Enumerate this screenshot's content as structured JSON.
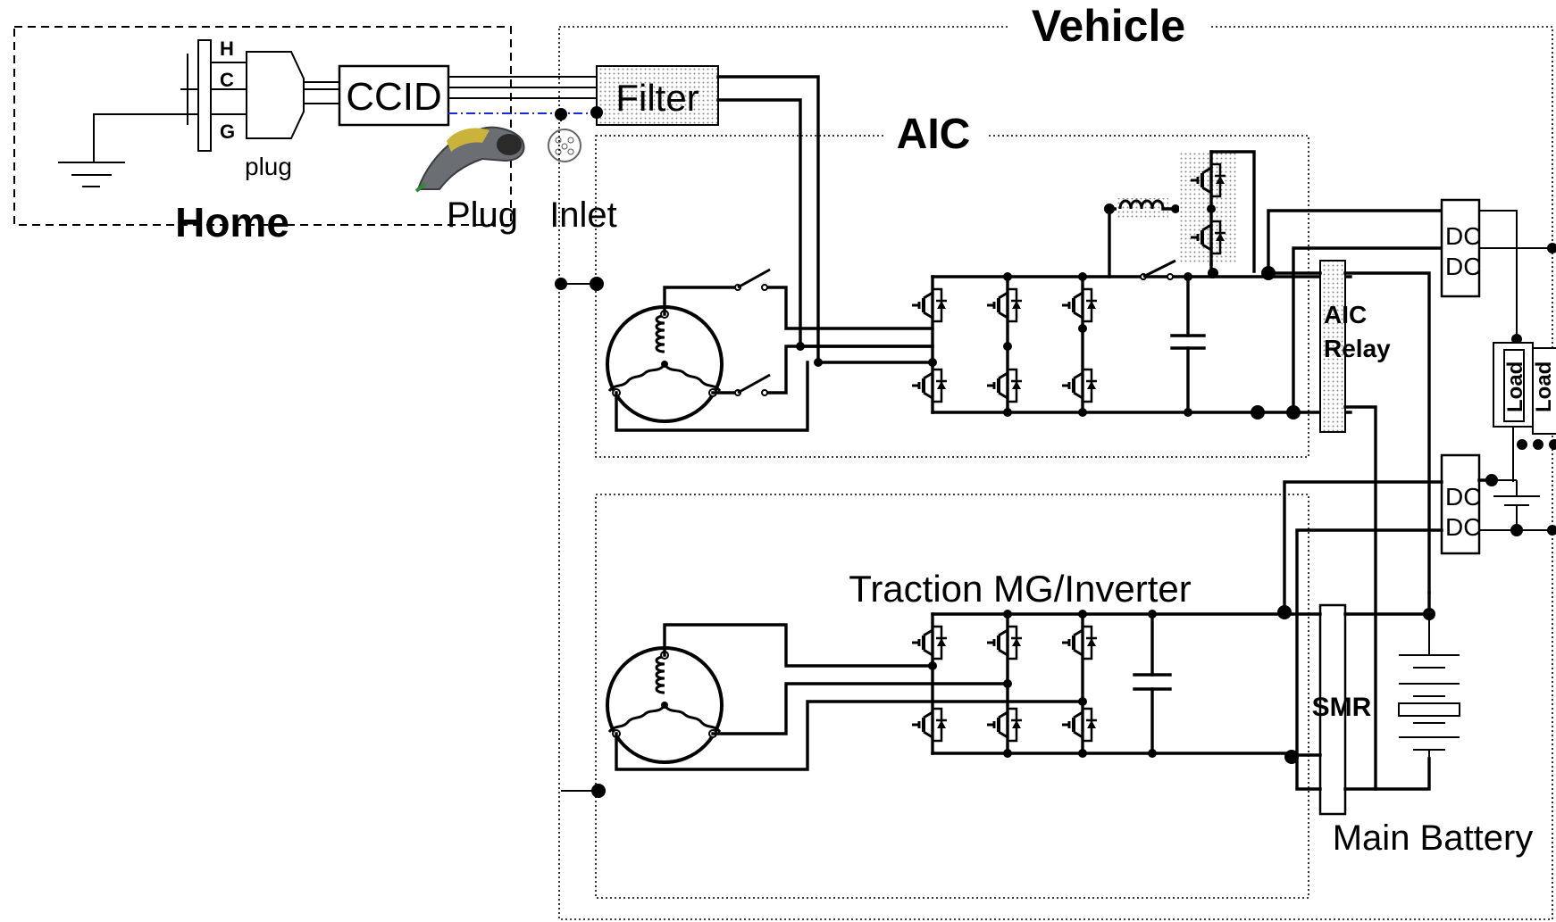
{
  "labels": {
    "home": "Home",
    "vehicle": "Vehicle",
    "aic": "AIC",
    "plug_outlet": "plug",
    "pin_h": "H",
    "pin_c": "C",
    "pin_g": "G",
    "ccid": "CCID",
    "filter": "Filter",
    "plug": "Plug",
    "inlet": "Inlet",
    "aic_relay_line1": "AIC",
    "aic_relay_line2": "Relay",
    "dcdc_top": "DC",
    "dcdc_bottom": "DC",
    "load": "Load",
    "traction": "Traction MG/Inverter",
    "smr": "SMR",
    "main_battery": "Main Battery"
  }
}
